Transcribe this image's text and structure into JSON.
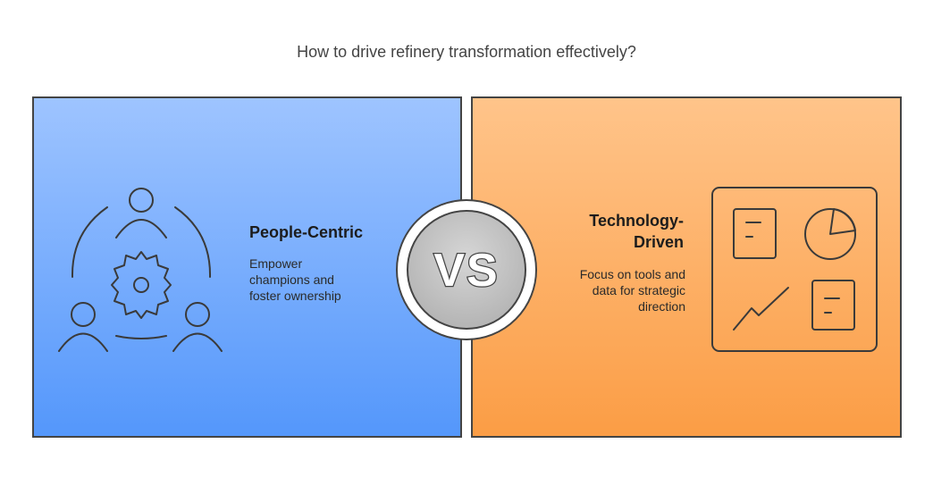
{
  "question": "How to drive refinery transformation effectively?",
  "left": {
    "title": "People-Centric",
    "description_lines": [
      "Empower",
      "champions and",
      "foster ownership"
    ],
    "icon": "people-gear-icon",
    "color_top": "#9ec4ff",
    "color_bottom": "#5497fb"
  },
  "right": {
    "title_lines": [
      "Technology-",
      "Driven"
    ],
    "description_lines": [
      "Focus on tools and",
      "data for strategic",
      "direction"
    ],
    "icon": "dashboard-icon",
    "color_top": "#ffc48a",
    "color_bottom": "#fb9d45"
  },
  "vs": {
    "label": "VS"
  }
}
